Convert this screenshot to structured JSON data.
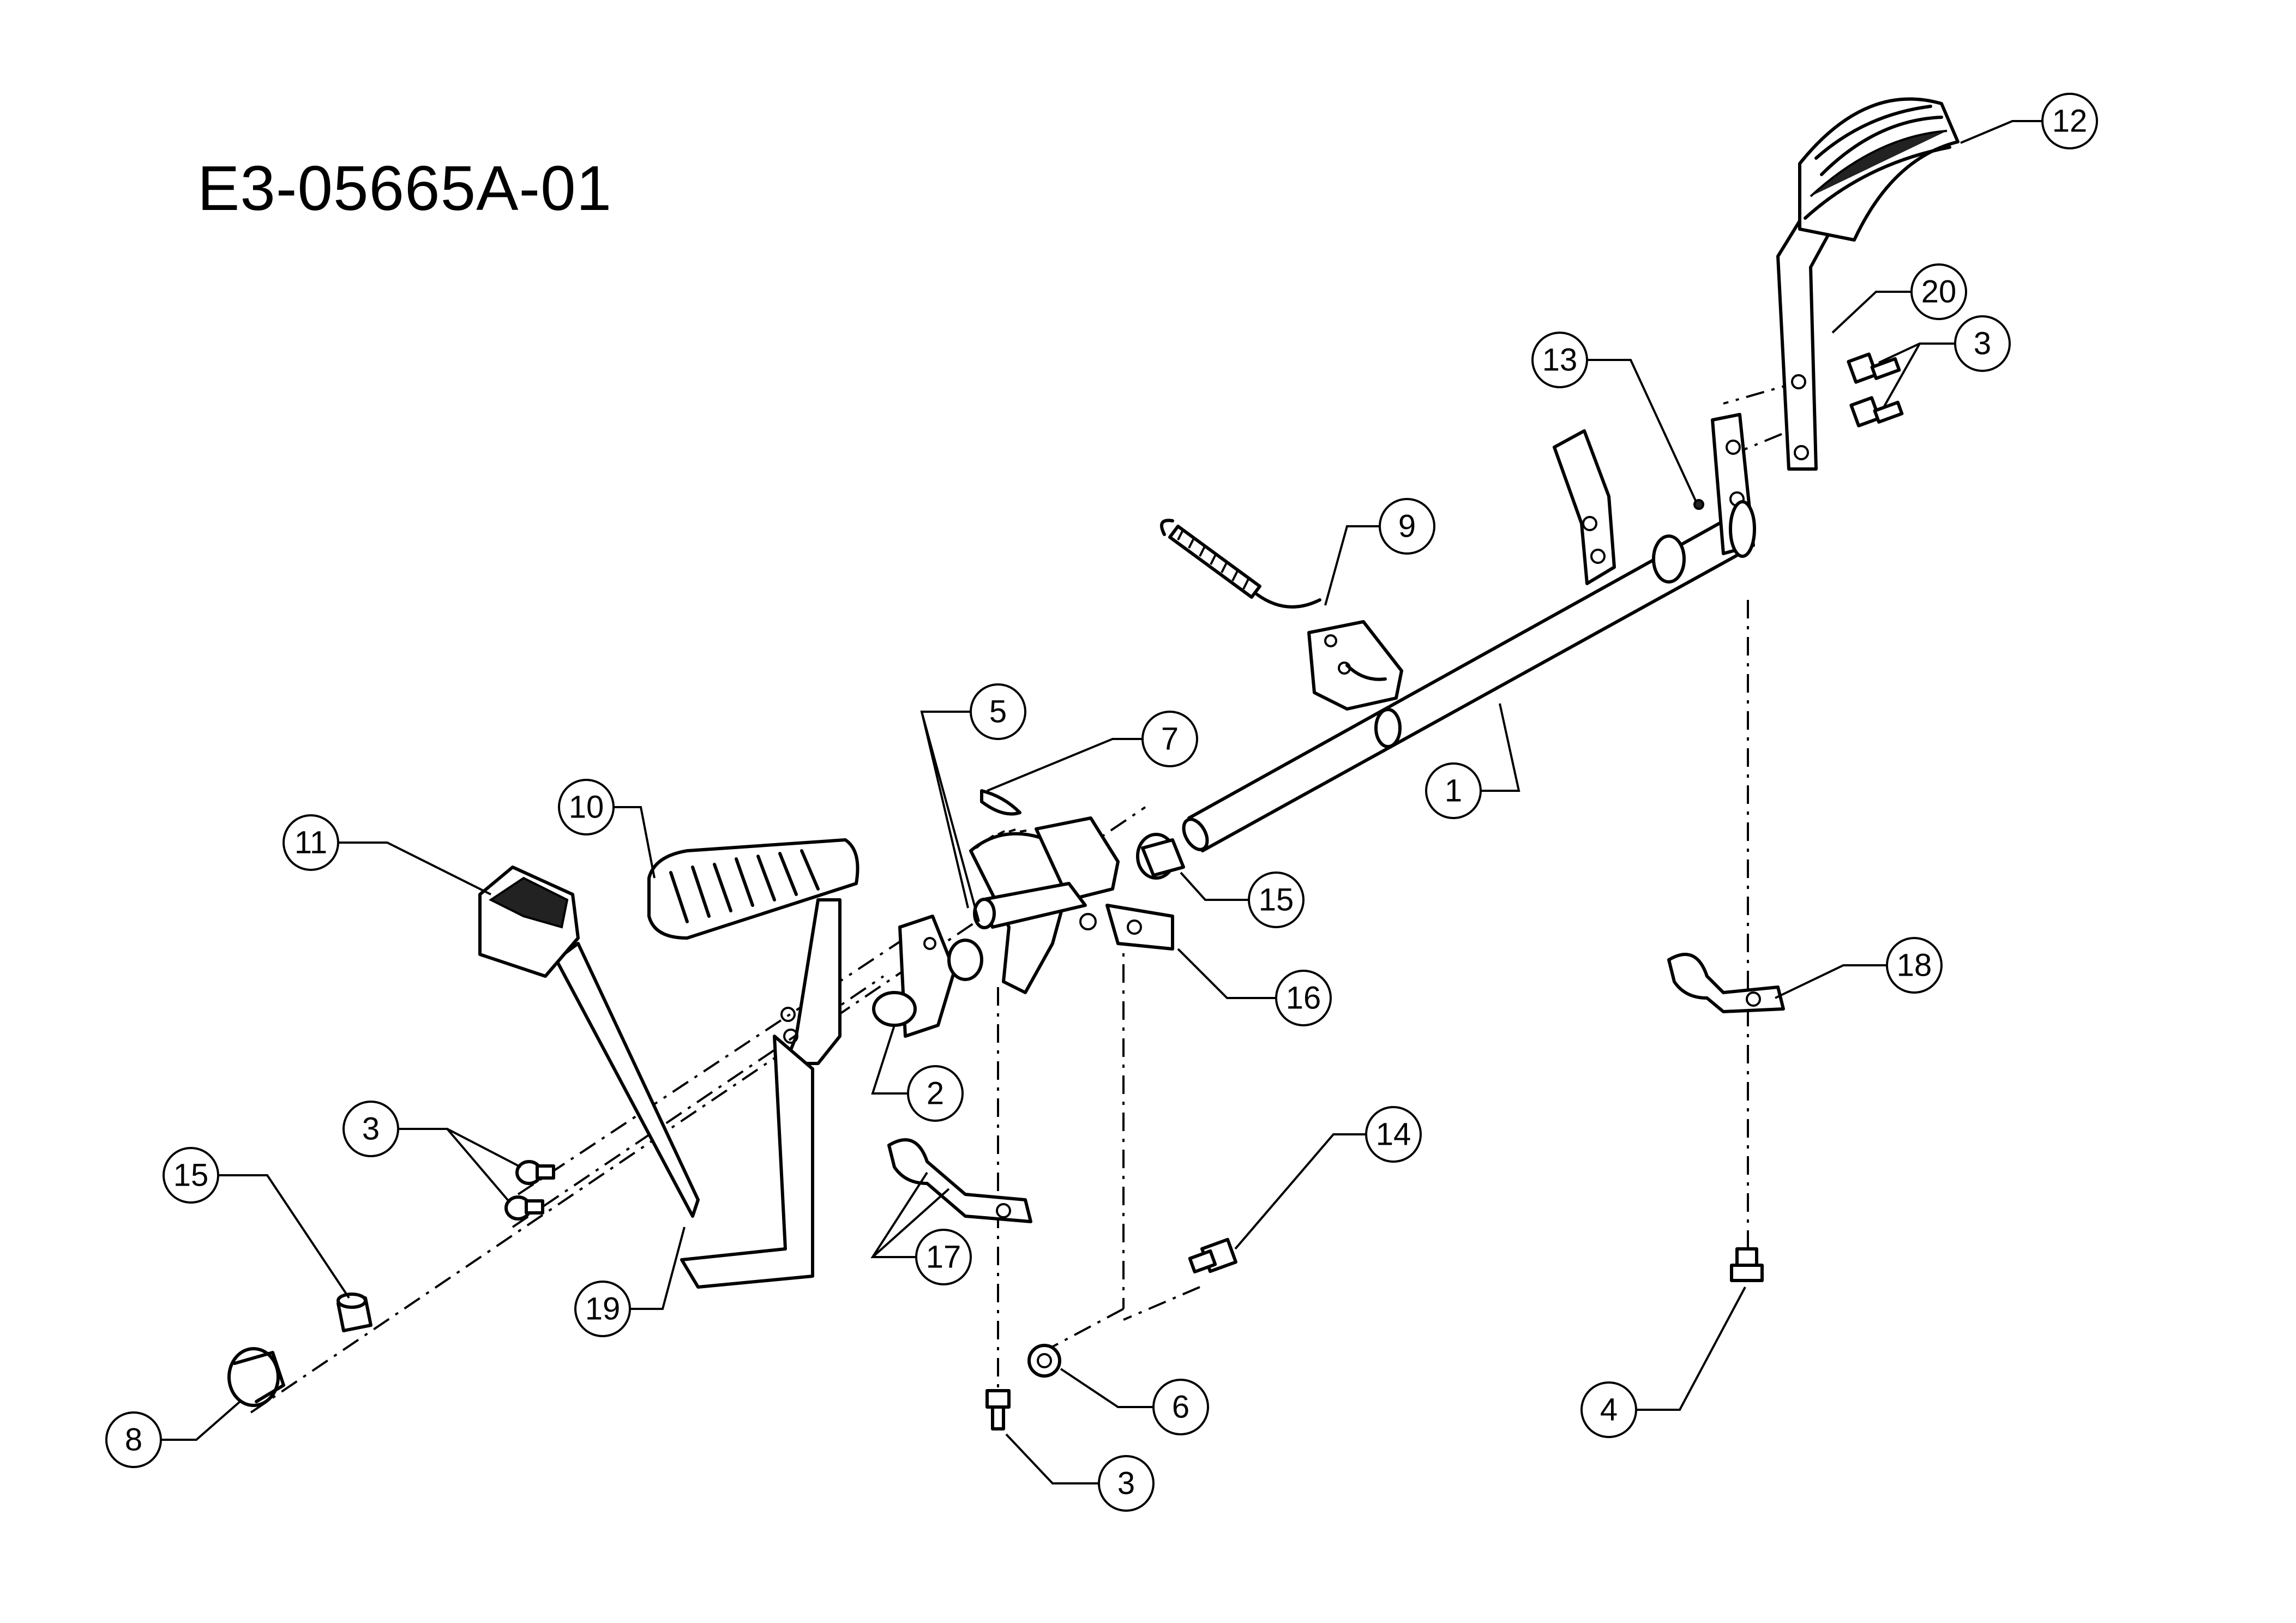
{
  "diagram": {
    "title": "E3-05665A-01",
    "callouts": [
      {
        "id": "c12",
        "label": "12"
      },
      {
        "id": "c20",
        "label": "20"
      },
      {
        "id": "c3a",
        "label": "3"
      },
      {
        "id": "c13",
        "label": "13"
      },
      {
        "id": "c9",
        "label": "9"
      },
      {
        "id": "c5",
        "label": "5"
      },
      {
        "id": "c7",
        "label": "7"
      },
      {
        "id": "c1",
        "label": "1"
      },
      {
        "id": "c10",
        "label": "10"
      },
      {
        "id": "c11",
        "label": "11"
      },
      {
        "id": "c15a",
        "label": "15"
      },
      {
        "id": "c16",
        "label": "16"
      },
      {
        "id": "c18",
        "label": "18"
      },
      {
        "id": "c2",
        "label": "2"
      },
      {
        "id": "c3b",
        "label": "3"
      },
      {
        "id": "c14",
        "label": "14"
      },
      {
        "id": "c15b",
        "label": "15"
      },
      {
        "id": "c17",
        "label": "17"
      },
      {
        "id": "c19",
        "label": "19"
      },
      {
        "id": "c6",
        "label": "6"
      },
      {
        "id": "c8",
        "label": "8"
      },
      {
        "id": "c3c",
        "label": "3"
      },
      {
        "id": "c4",
        "label": "4"
      }
    ]
  }
}
